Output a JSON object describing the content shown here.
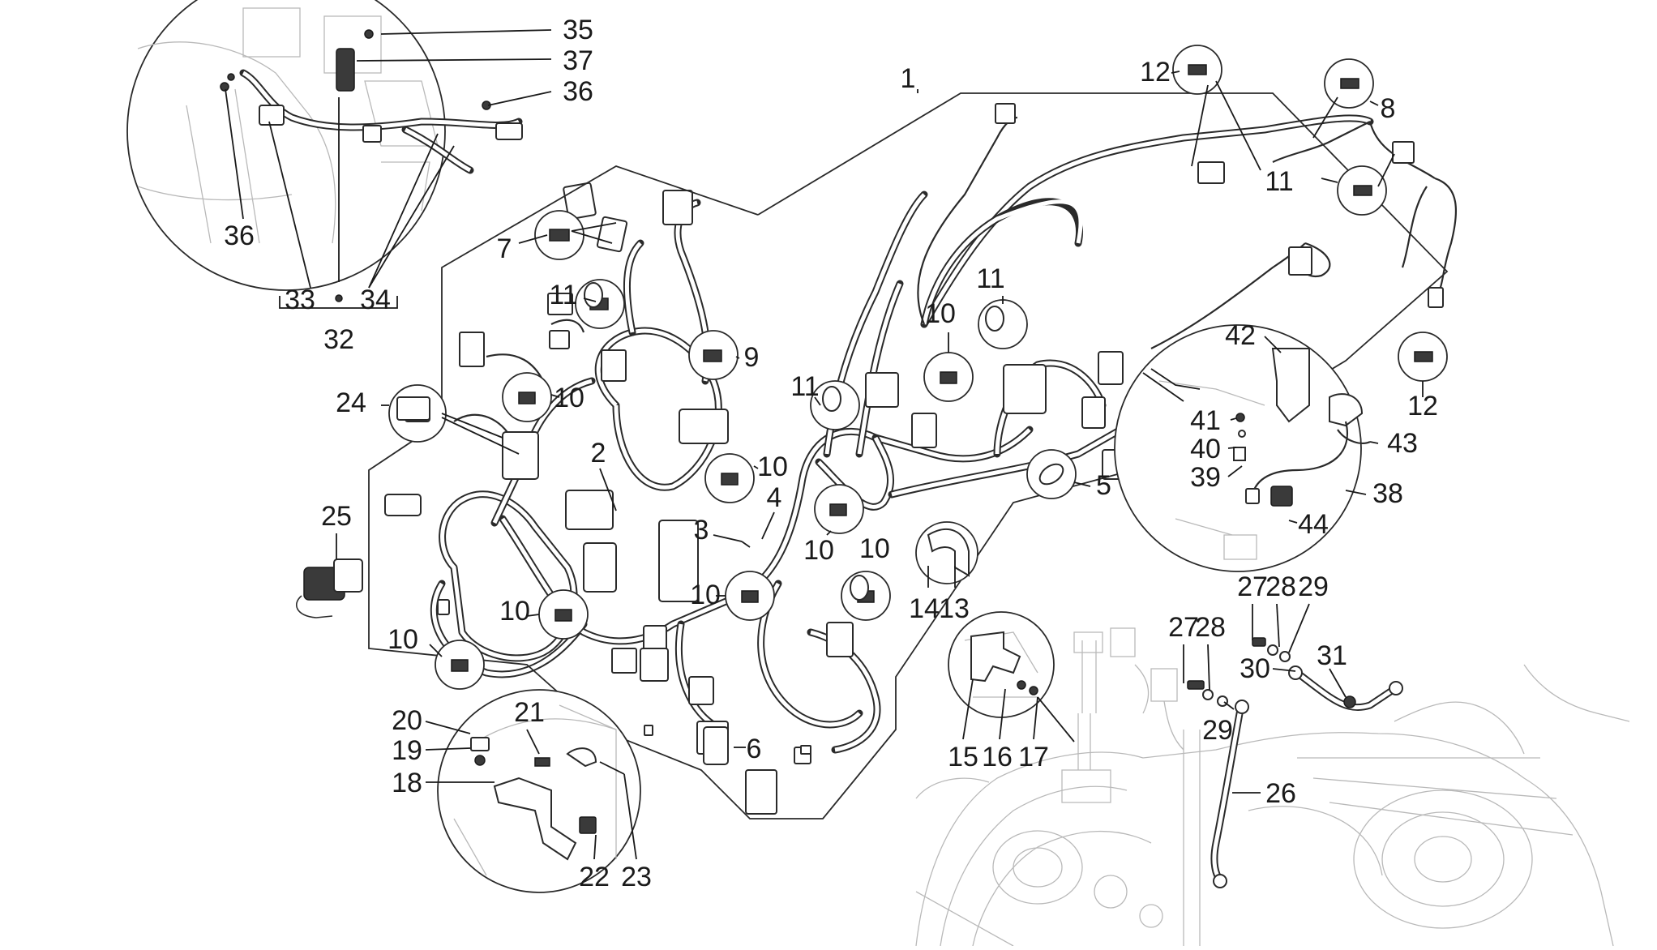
{
  "diagram": {
    "type": "exploded-parts-view",
    "callouts": [
      {
        "id": "c1",
        "label": "1"
      },
      {
        "id": "c2",
        "label": "2"
      },
      {
        "id": "c3",
        "label": "3"
      },
      {
        "id": "c4",
        "label": "4"
      },
      {
        "id": "c5",
        "label": "5"
      },
      {
        "id": "c6",
        "label": "6"
      },
      {
        "id": "c7",
        "label": "7"
      },
      {
        "id": "c8",
        "label": "8"
      },
      {
        "id": "c9",
        "label": "9"
      },
      {
        "id": "c10a",
        "label": "10"
      },
      {
        "id": "c10b",
        "label": "10"
      },
      {
        "id": "c10c",
        "label": "10"
      },
      {
        "id": "c10d",
        "label": "10"
      },
      {
        "id": "c10e",
        "label": "10"
      },
      {
        "id": "c10f",
        "label": "10"
      },
      {
        "id": "c10g",
        "label": "10"
      },
      {
        "id": "c10h",
        "label": "10"
      },
      {
        "id": "c11a",
        "label": "11"
      },
      {
        "id": "c11b",
        "label": "11"
      },
      {
        "id": "c11c",
        "label": "11"
      },
      {
        "id": "c11d",
        "label": "11"
      },
      {
        "id": "c12a",
        "label": "12"
      },
      {
        "id": "c12b",
        "label": "12"
      },
      {
        "id": "c13",
        "label": "13"
      },
      {
        "id": "c14",
        "label": "14"
      },
      {
        "id": "c15",
        "label": "15"
      },
      {
        "id": "c16",
        "label": "16"
      },
      {
        "id": "c17",
        "label": "17"
      },
      {
        "id": "c18",
        "label": "18"
      },
      {
        "id": "c19",
        "label": "19"
      },
      {
        "id": "c20",
        "label": "20"
      },
      {
        "id": "c21",
        "label": "21"
      },
      {
        "id": "c22",
        "label": "22"
      },
      {
        "id": "c23",
        "label": "23"
      },
      {
        "id": "c24",
        "label": "24"
      },
      {
        "id": "c25",
        "label": "25"
      },
      {
        "id": "c26",
        "label": "26"
      },
      {
        "id": "c27a",
        "label": "27"
      },
      {
        "id": "c27b",
        "label": "27"
      },
      {
        "id": "c28a",
        "label": "28"
      },
      {
        "id": "c28b",
        "label": "28"
      },
      {
        "id": "c29a",
        "label": "29"
      },
      {
        "id": "c29b",
        "label": "29"
      },
      {
        "id": "c30",
        "label": "30"
      },
      {
        "id": "c31",
        "label": "31"
      },
      {
        "id": "c32",
        "label": "32"
      },
      {
        "id": "c33",
        "label": "33"
      },
      {
        "id": "c34",
        "label": "34"
      },
      {
        "id": "c35",
        "label": "35"
      },
      {
        "id": "c36a",
        "label": "36"
      },
      {
        "id": "c36b",
        "label": "36"
      },
      {
        "id": "c37",
        "label": "37"
      },
      {
        "id": "c38",
        "label": "38"
      },
      {
        "id": "c39",
        "label": "39"
      },
      {
        "id": "c40",
        "label": "40"
      },
      {
        "id": "c41",
        "label": "41"
      },
      {
        "id": "c42",
        "label": "42"
      },
      {
        "id": "c43",
        "label": "43"
      },
      {
        "id": "c44",
        "label": "44"
      }
    ]
  }
}
